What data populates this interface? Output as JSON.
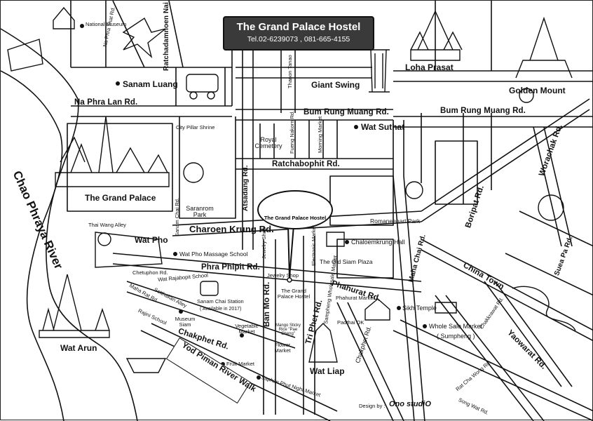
{
  "header": {
    "title": "The Grand Palace Hostel",
    "phone": "Tel.02-6239073 , 081-665-4155"
  },
  "roads": {
    "na_phra_lan": "Na Phra Lan Rd.",
    "na_phra_thart": "Na Phra That Rd.",
    "ratchadamnoen_nai": "Ratchadamnoen Nai Rd.",
    "thanon_tanao": "Thanon Tanao",
    "bum_rung_muang_1": "Bum Rung Muang Rd.",
    "bum_rung_muang_2": "Bum Rung Muang Rd.",
    "fueng_nakorn": "Fueng Nakorn Rd.",
    "morning_market": "Morning Market",
    "ratchabophit": "Ratchabophit Rd.",
    "atsadang": "Atsadang Rd.",
    "sanam_chai": "Sanam Chai Rd.",
    "charoen_krung": "Charoen Krung Rd.",
    "jewelry_shop_vert": "Jewelry Shop",
    "electronic_market": "Electronic Market",
    "phra_phipit": "Phra Phipit Rd.",
    "jewelry_shop": "Jewelry Shop",
    "ban_mo": "Ban Mo Rd.",
    "phahurat": "Phahurat Rd.",
    "tri_phet": "Tri Phet Rd.",
    "chakphet_1": "Chakphet Rd.",
    "chakphet_2": "Chakphet Rd.",
    "maha_rat": "Maha Rat Rd.",
    "rajini_school": "Rajini School",
    "maha_chai": "Maha Chai Rd.",
    "boripat": "Boripat Rd.",
    "worachak": "Worachak Rd.",
    "suea_pa": "Suea Pa Rd.",
    "china_town": "China Town",
    "chakkrawat": "Chakkrawat Rd.",
    "yaowarat": "Yaowarat Rd.",
    "rat_cha_wong": "Rat Cha Wong Rd.",
    "song_wat": "Song Wat Rd.",
    "chao_phraya": "Chao Phraya River",
    "yod_piman": "Yod Piman River Walk",
    "thai_wang_alley": "Thai Wang Alley",
    "sethakan_alley": "Setthakan Alley",
    "wat_rajabopit_school": "Wat Rajabopit School",
    "chetuphon": "Chetuphon Rd.",
    "sampheng_market": "Sampheng Wholesale Market"
  },
  "places": {
    "national_museum": "National Museum",
    "sanam_luang": "Sanam Luang",
    "city_pillar": "City Pillar Shrine",
    "giant_swing": "Giant Swing",
    "loha_prasat": "Loha Prasat",
    "golden_mount": "Golden Mount",
    "wat_suthat": "Wat Suthat",
    "royal_cemetery": "Royal Cemetery",
    "grand_palace": "The Grand Palace",
    "saranrom_park": "Saranrom Park",
    "romaneenart_park": "Romaneenart Park",
    "hostel_bubble": "The Grand Palace Hostel",
    "wat_pho": "Wat Pho",
    "wat_pho_massage": "Wat Pho Massage School",
    "chaloemkrung_hall": "Chaloemkrung Hall",
    "old_siam_plaza": "The Old Siam Plaza",
    "hostel_marker": "The Grand Palace Hostel",
    "phahurat_market": "Phahurat Market",
    "sikh_temple": "Sikh Temple",
    "whole_sale_market": "Whole Sale Market",
    "sumpheng": "( Sumpheng )",
    "sanam_chai_station": "Sanam Chai Station",
    "available_2017": "( Available in 2017)",
    "museum_siam": "Museum Siam",
    "vegetable_market": "Vegetable Market",
    "mango_sticky_rice": "Mango Sticky Rice \"Pae Cheng\"",
    "padthai_ok": "Padthai OK",
    "flower_market": "Flower Market",
    "wat_liap": "Wat Liap",
    "fruit_market": "Fruit Market",
    "saphan_phut": "Saphan Phut Night Market",
    "wat_arun": "Wat Arun"
  },
  "footer": {
    "design_by": "Design by :",
    "studio": "Ono studiO"
  },
  "icons": [
    "temple-icon",
    "boat-icon",
    "tuk-tuk-icon",
    "kite-icon",
    "tree-icon",
    "dragon-icon",
    "bear-icon",
    "reclining-buddha-icon",
    "train-icon",
    "palace-icon"
  ],
  "colors": {
    "sign_bg": "#3a3a3a",
    "road_fill": "#ffffff",
    "block_fill": "#ffffff",
    "ink": "#111111"
  }
}
